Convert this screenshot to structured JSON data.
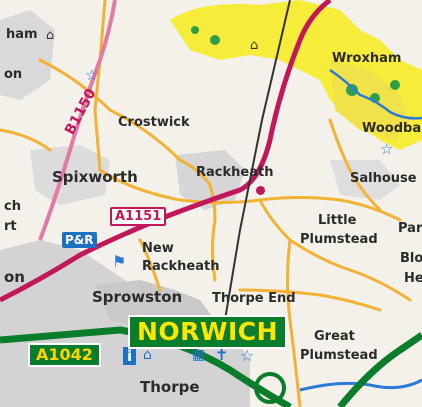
{
  "places": {
    "norwich": "NORWICH",
    "sprowston": "Sprowston",
    "thorpe_end": "Thorpe End",
    "new_rackheath_1": "New",
    "new_rackheath_2": "Rackheath",
    "rackheath": "Rackheath",
    "little_plumstead_1": "Little",
    "little_plumstead_2": "Plumstead",
    "great_plumstead_1": "Great",
    "great_plumstead_2": "Plumstead",
    "spixworth": "Spixworth",
    "crostwick": "Crostwick",
    "salhouse": "Salhouse",
    "wroxham": "Wroxham",
    "woodbastwick": "Woodba",
    "thorpe": "Thorpe",
    "horsham_partial": "ham",
    "left_on_1": "on",
    "left_on_2": "on",
    "left_ch": "ch",
    "left_rt": "rt",
    "right_par": "Par",
    "right_blo": "Blo",
    "right_he": "He"
  },
  "roads": {
    "a1151": "A1151",
    "a1042": "A1042",
    "b1150": "B1150"
  },
  "facilities": {
    "park_and_ride": "P&R"
  },
  "colors": {
    "a_road": "#c2185b",
    "primary_green": "#0a7d2c",
    "primary_text": "#ffe600",
    "minor_road": "#f2b233",
    "water": "#2b7bd6",
    "national_park": "#f6ec3a",
    "urban": "#cfcfcf",
    "woodland": "#2e9e4a"
  }
}
